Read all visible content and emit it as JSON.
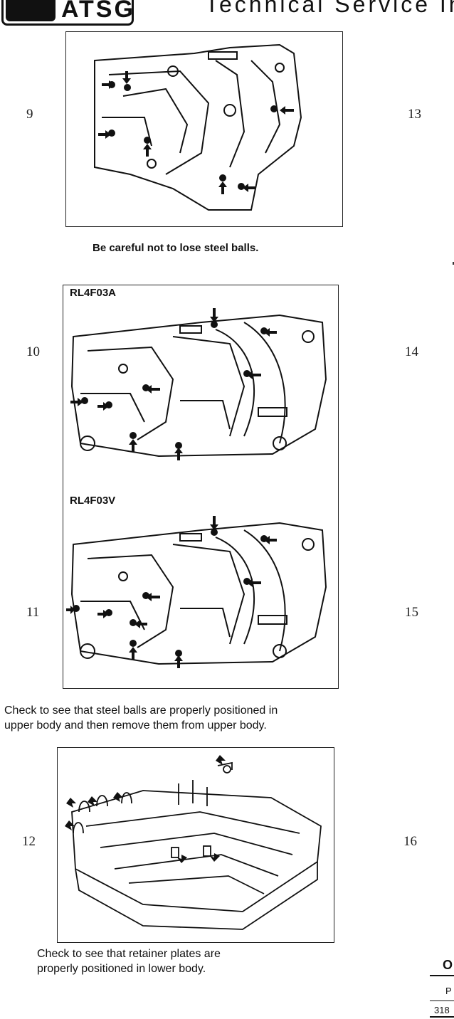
{
  "header": {
    "logo_text": "ATSG",
    "title": "Technical Service In"
  },
  "steps": {
    "s9": "9",
    "s10": "10",
    "s11": "11",
    "s12": "12",
    "s13": "13",
    "s14": "14",
    "s15": "15",
    "s16": "16"
  },
  "figures": {
    "fig10_label": "RL4F03A",
    "fig11_label": "RL4F03V"
  },
  "captions": {
    "caption9": "Be careful not to lose steel balls.",
    "caption11_line1": "Check to see that steel balls are properly positioned in",
    "caption11_line2": "upper body and then remove them from upper body.",
    "caption12_line1": "Check to see that retainer plates are",
    "caption12_line2": "properly positioned in lower body."
  },
  "right_column": {
    "heading_fragment": "O",
    "sub_fragment": "P",
    "number_fragment": "318"
  }
}
